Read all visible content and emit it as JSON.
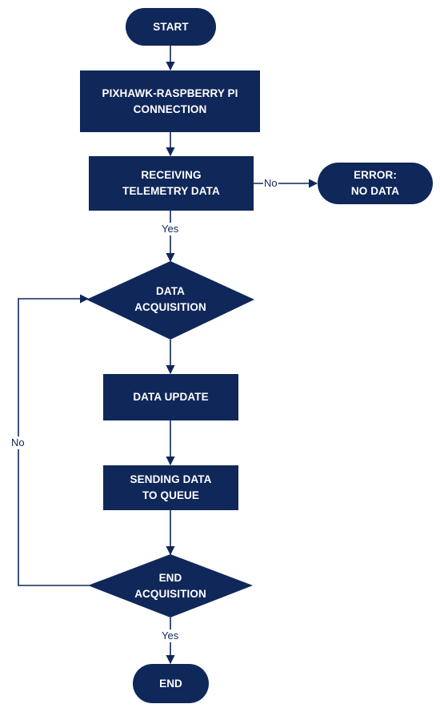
{
  "colors": {
    "node_fill": "#10275a",
    "node_text": "#ffffff",
    "connector": "#10275a",
    "background": "#ffffff"
  },
  "nodes": {
    "start": "START",
    "connection": "PIXHAWK-RASPBERRY PI\nCONNECTION",
    "receiving": "RECEIVING\nTELEMETRY DATA",
    "error": "ERROR:\nNO DATA",
    "acquisition": "DATA\nACQUISITION",
    "update": "DATA UPDATE",
    "sending": "SENDING DATA\nTO QUEUE",
    "end_acquisition": "END\nACQUISITION",
    "end": "END"
  },
  "edge_labels": {
    "receiving_no": "No",
    "receiving_yes": "Yes",
    "loop_no": "No",
    "end_yes": "Yes"
  }
}
